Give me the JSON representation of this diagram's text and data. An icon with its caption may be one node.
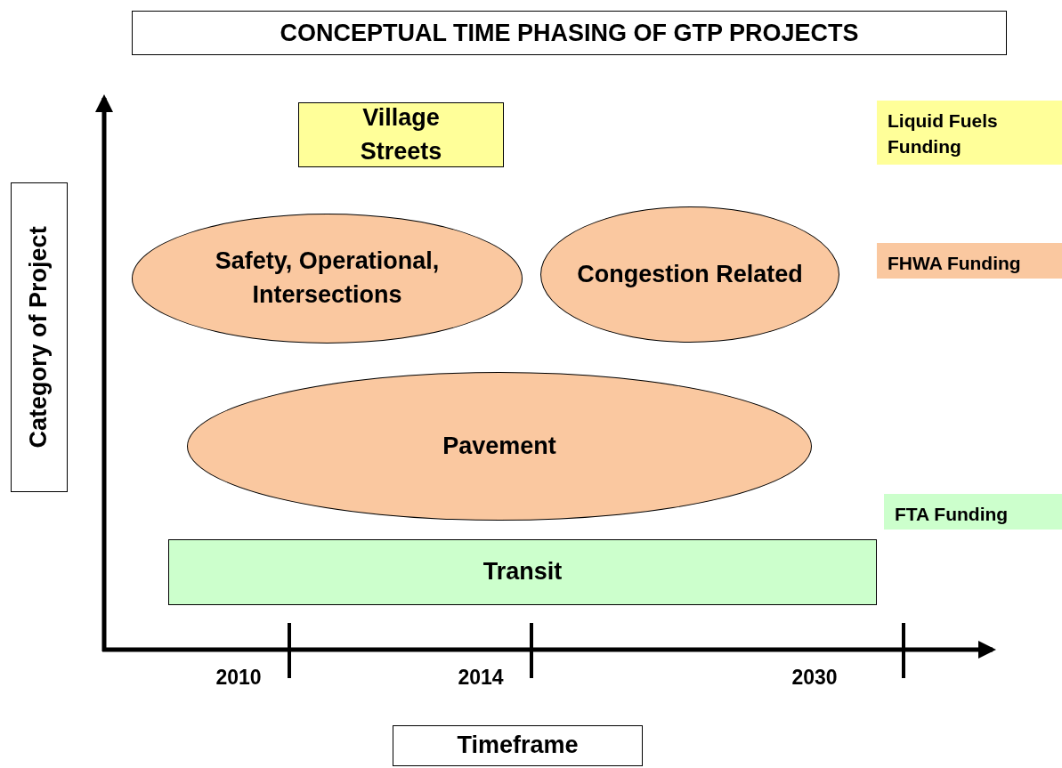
{
  "diagram": {
    "title": "CONCEPTUAL TIME PHASING OF GTP PROJECTS",
    "nodes": [
      {
        "text": [
          "Village Streets"
        ]
      },
      {
        "text": [
          "Safety, Operational, Intersections"
        ]
      },
      {
        "text": [
          "Congestion Related"
        ]
      },
      {
        "text": [
          "Pavement"
        ]
      },
      {
        "text": [
          "Transit"
        ]
      },
      {
        "text": [
          "Category of Project"
        ]
      },
      {
        "text": [
          "Timeframe"
        ]
      }
    ],
    "labels": [
      "2010",
      "2014",
      "2030"
    ],
    "legend": [
      {
        "text": "Liquid Fuels Funding",
        "color": "#ffff99"
      },
      {
        "text": "FHWA Funding",
        "color": "#fac8a0"
      },
      {
        "text": "FTA Funding",
        "color": "#ccffcc"
      }
    ]
  }
}
